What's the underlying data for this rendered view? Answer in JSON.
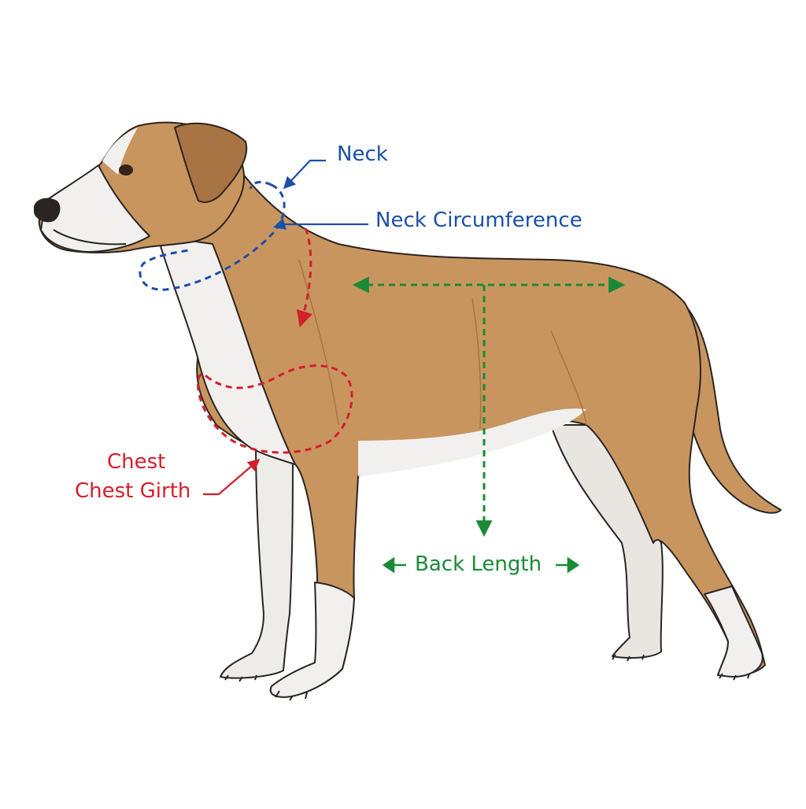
{
  "colors": {
    "neck": "#1b4fa8",
    "chest": "#d21f2b",
    "back": "#1a8a36",
    "coat": "#c9955f",
    "coat_dark": "#a87443",
    "white_fur": "#f1f0ee",
    "outline": "#2a2522"
  },
  "labels": {
    "neck": "Neck",
    "neck_circumference": "Neck Circumference",
    "chest": "Chest",
    "chest_girth": "Chest Girth",
    "back_length": "Back Length"
  },
  "icons": {
    "left_arrow": "left-arrowhead-icon",
    "right_arrow": "right-arrowhead-icon"
  }
}
